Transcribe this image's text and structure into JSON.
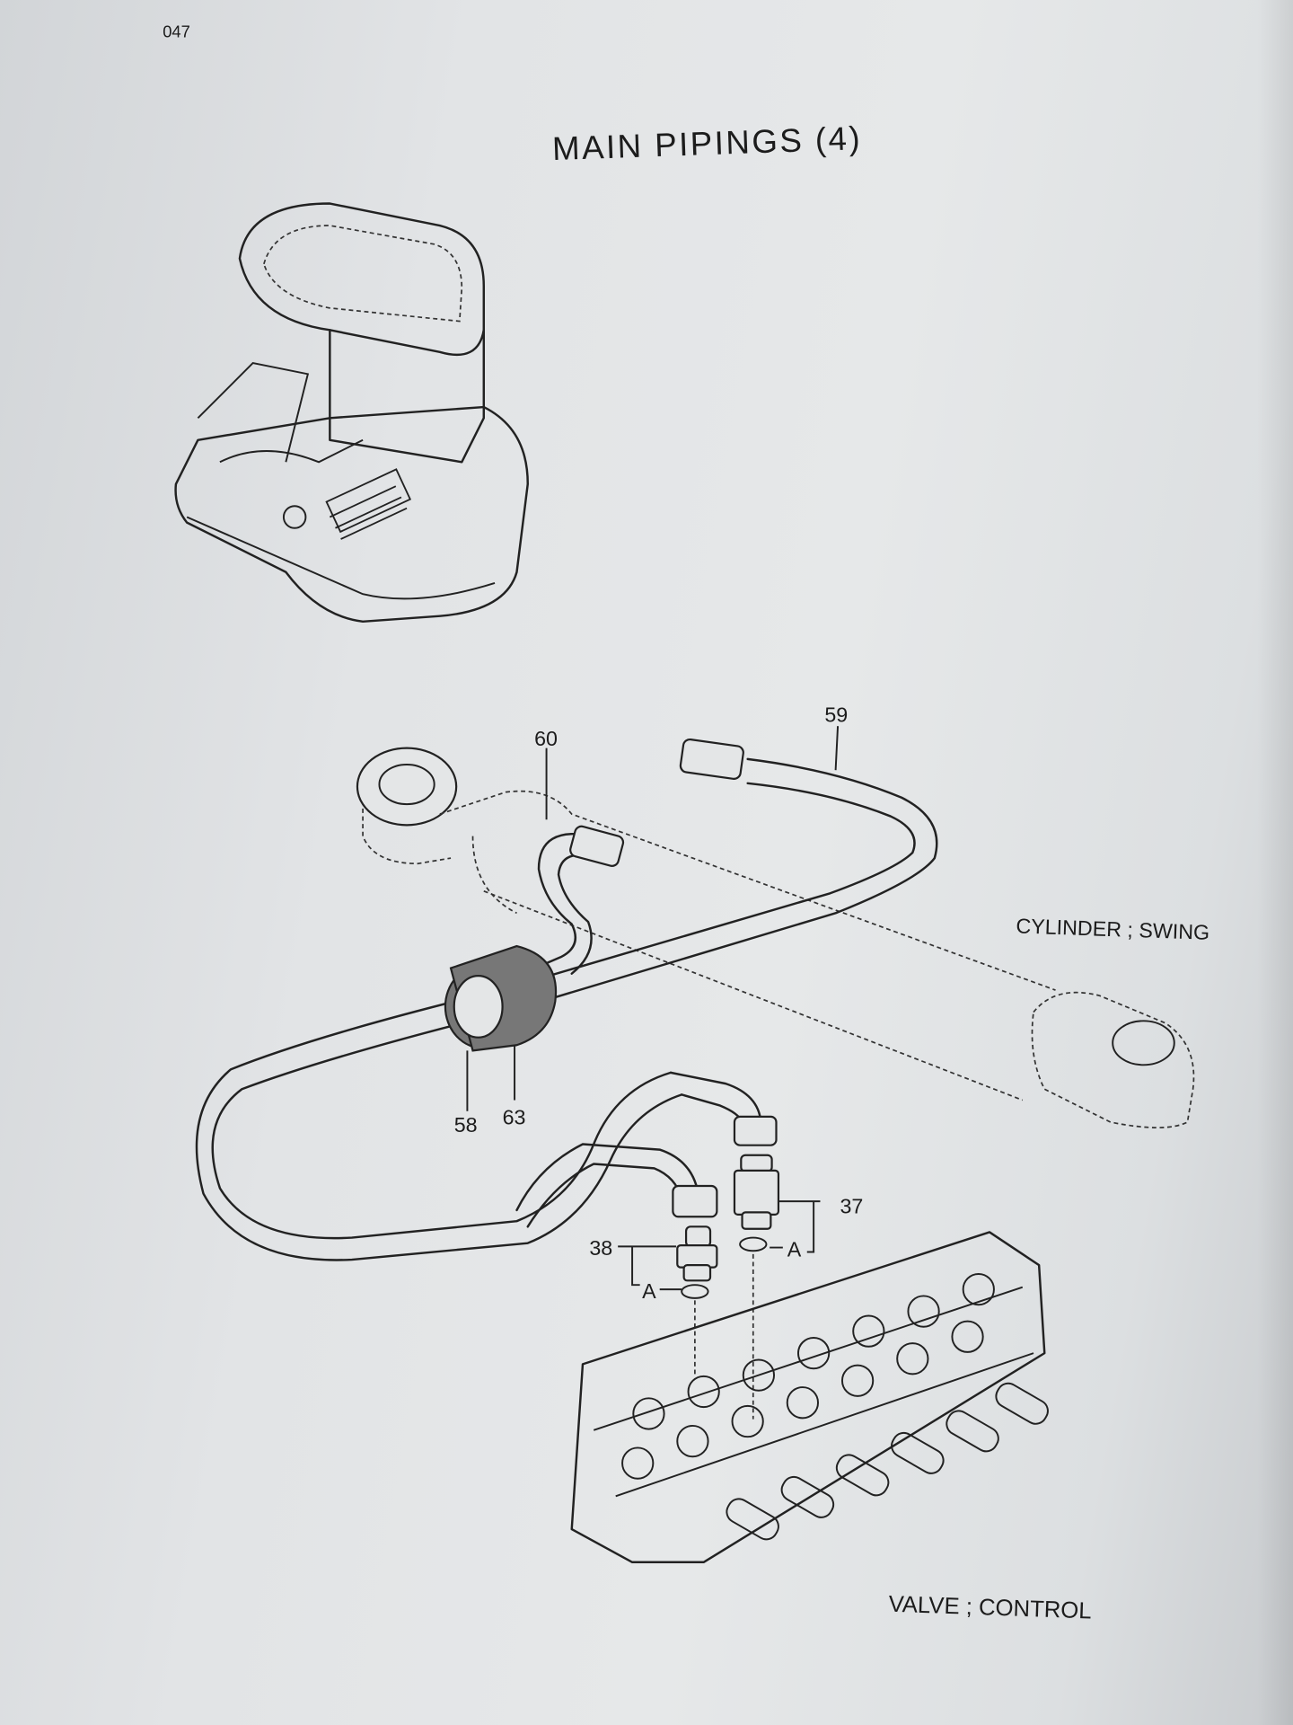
{
  "page_number": "047",
  "title": "MAIN PIPINGS (4)",
  "components": {
    "cylinder": "CYLINDER ; SWING",
    "valve": "VALVE ; CONTROL"
  },
  "callouts": {
    "p59": "59",
    "p60": "60",
    "p58": "58",
    "p63": "63",
    "p37": "37",
    "p38": "38",
    "detail_a_37": "A",
    "detail_a_38": "A"
  }
}
